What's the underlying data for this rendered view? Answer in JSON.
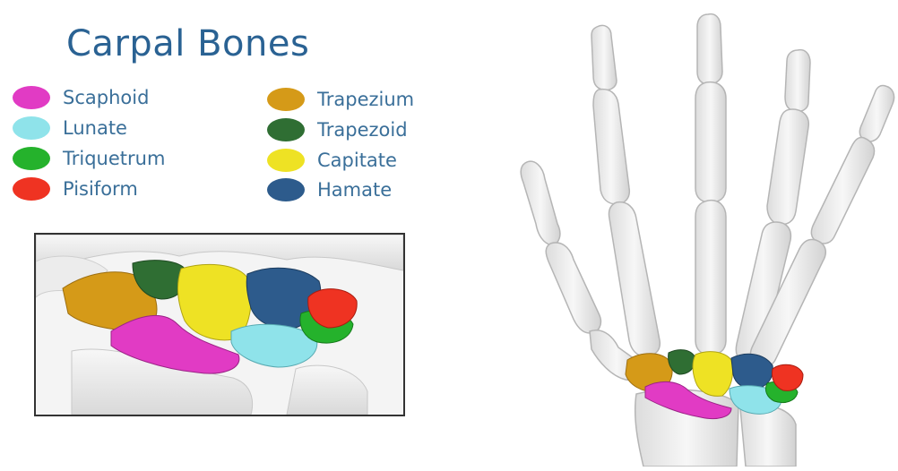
{
  "title": "Carpal Bones",
  "legend": [
    {
      "label": "Scaphoid",
      "color": "#e13bc4"
    },
    {
      "label": "Lunate",
      "color": "#8fe3ea"
    },
    {
      "label": "Triquetrum",
      "color": "#25b22c"
    },
    {
      "label": "Pisiform",
      "color": "#ef3322"
    },
    {
      "label": "Trapezium",
      "color": "#d59a18"
    },
    {
      "label": "Trapezoid",
      "color": "#2f6e33"
    },
    {
      "label": "Capitate",
      "color": "#eee224"
    },
    {
      "label": "Hamate",
      "color": "#2d5b8c"
    }
  ]
}
